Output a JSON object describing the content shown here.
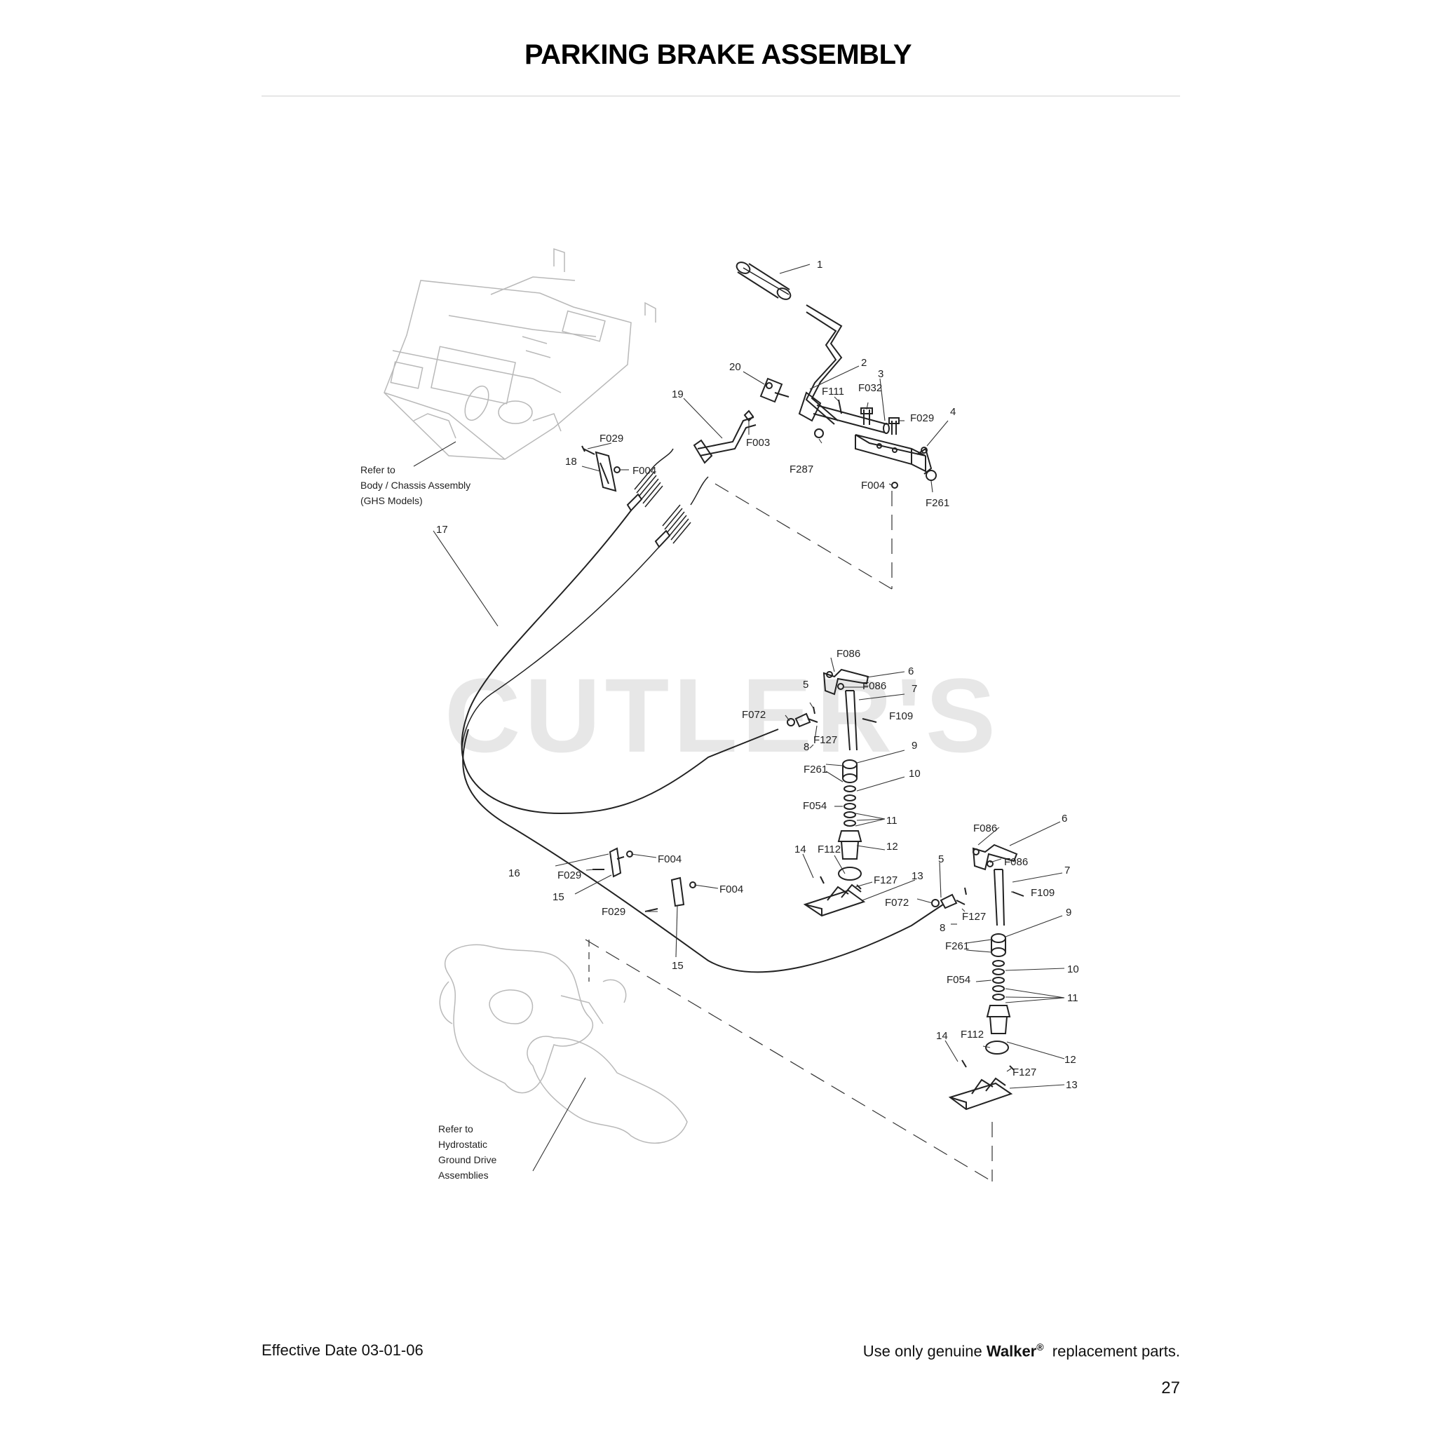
{
  "page": {
    "title": "PARKING BRAKE ASSEMBLY",
    "watermark": "CUTLER'S",
    "footer": {
      "effective_date": "Effective Date 03-01-06",
      "notice_prefix": "Use only genuine",
      "brand": "Walker",
      "registered_mark": "®",
      "notice_suffix": "replacement parts."
    },
    "page_number": "27"
  },
  "reference_notes": {
    "body_chassis": [
      "Refer to",
      "Body / Chassis Assembly",
      "(GHS Models)"
    ],
    "hydrostatic": [
      "Refer to",
      "Hydrostatic",
      "Ground Drive",
      "Assemblies"
    ]
  },
  "callouts": {
    "c1": "1",
    "c2": "2",
    "c3": "3",
    "c4": "4",
    "c20": "20",
    "c19": "19",
    "cF111": "F111",
    "cF032": "F032",
    "cF029a": "F029",
    "cF003": "F003",
    "cF287": "F287",
    "cF004a": "F004",
    "cF261a": "F261",
    "cF029b": "F029",
    "c18": "18",
    "cF004b": "F004",
    "c17": "17",
    "cF086a": "F086",
    "c6a": "6",
    "c5a": "5",
    "cF086b": "F086",
    "c7a": "7",
    "cF072a": "F072",
    "cF109a": "F109",
    "cF127a": "F127",
    "c8a": "8",
    "c9a": "9",
    "cF261b": "F261",
    "c10a": "10",
    "cF054a": "F054",
    "c11a": "11",
    "c14a": "14",
    "cF112a": "F112",
    "c12a": "12",
    "c13a": "13",
    "cF127b": "F127",
    "c16": "16",
    "cF029c": "F029",
    "cF004c": "F004",
    "c15a": "15",
    "cF004d": "F004",
    "cF029d": "F029",
    "c15b": "15",
    "cF086c": "F086",
    "c6b": "6",
    "cF086d": "F086",
    "c5b": "5",
    "c7b": "7",
    "cF072b": "F072",
    "cF109b": "F109",
    "cF127c": "F127",
    "c8b": "8",
    "c9b": "9",
    "cF261c": "F261",
    "c10b": "10",
    "cF054b": "F054",
    "c11b": "11",
    "c14b": "14",
    "cF112b": "F112",
    "c12b": "12",
    "cF127d": "F127",
    "c13b": "13"
  },
  "colors": {
    "ink": "#222222",
    "ghost": "#b9b9b9",
    "watermark": "#d4d4d4",
    "rule": "#e6e6e6"
  }
}
